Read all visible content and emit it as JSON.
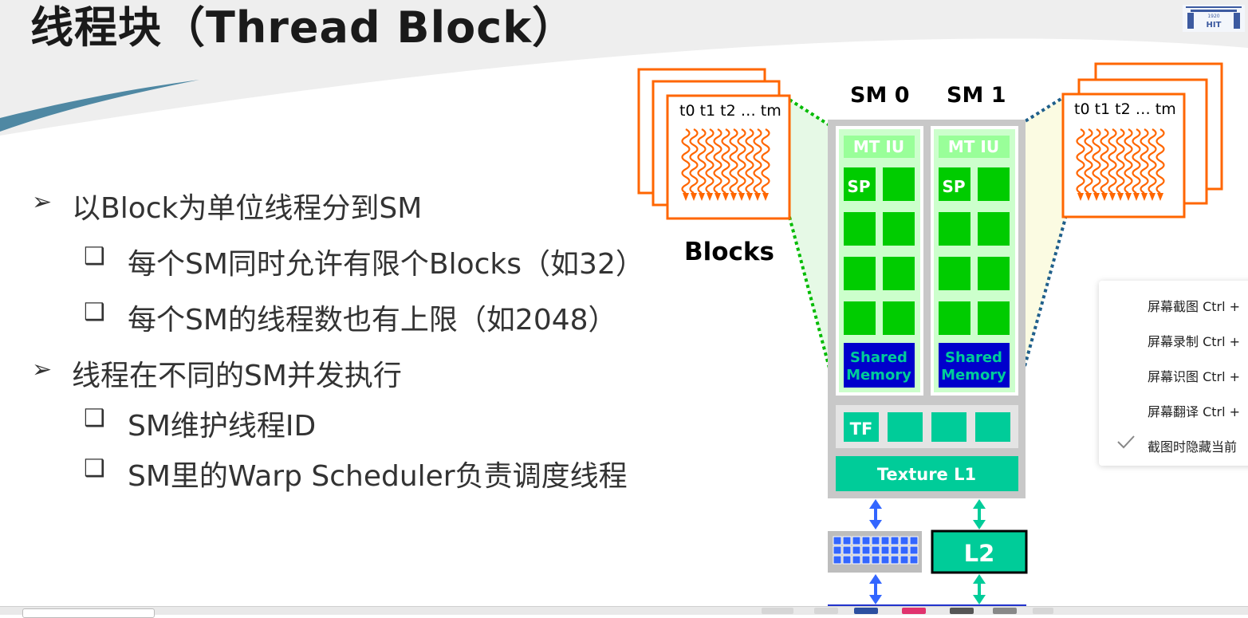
{
  "slide": {
    "title": "线程块（Thread Block）",
    "logo_text": "HIT",
    "logo_year": "1920",
    "bullets": [
      {
        "level": 1,
        "marker": "➢",
        "text": "以Block为单位线程分到SM"
      },
      {
        "level": 2,
        "marker": "❑",
        "text": "每个SM同时允许有限个Blocks（如32）"
      },
      {
        "level": 2,
        "marker": "❑",
        "text": "每个SM的线程数也有上限（如2048）"
      },
      {
        "level": 1,
        "marker": "➢",
        "text": "线程在不同的SM并发执行"
      },
      {
        "level": 2,
        "marker": "❑",
        "text": "SM维护线程ID"
      },
      {
        "level": 2,
        "marker": "❑",
        "text": "SM里的Warp Scheduler负责调度线程"
      }
    ]
  },
  "diagram": {
    "sm0_label": "SM 0",
    "sm1_label": "SM 1",
    "blocks_label": "Blocks",
    "threads_label": "t0 t1 t2 … tm",
    "mtiu_label": "MT IU",
    "sp_label": "SP",
    "shared_memory_label_1": "Shared",
    "shared_memory_label_2": "Memory",
    "tf_label": "TF",
    "texture_l1_label": "Texture L1",
    "l2_label": "L2"
  },
  "context_menu": {
    "items": [
      {
        "label": "屏幕截图 Ctrl +"
      },
      {
        "label": "屏幕录制 Ctrl +"
      },
      {
        "label": "屏幕识图 Ctrl +"
      },
      {
        "label": "屏幕翻译 Ctrl +"
      },
      {
        "label": "截图时隐藏当前",
        "checked": true
      }
    ]
  },
  "colors": {
    "sm_green": "#00cc00",
    "sm_bg": "#ccffcc",
    "mtiu": "#99ff99",
    "shared_memory": "#0000cc",
    "texture": "#00cc99",
    "block_orange": "#ff6600",
    "gray": "#c0c0c0",
    "accent_blue": "#3366ff"
  }
}
